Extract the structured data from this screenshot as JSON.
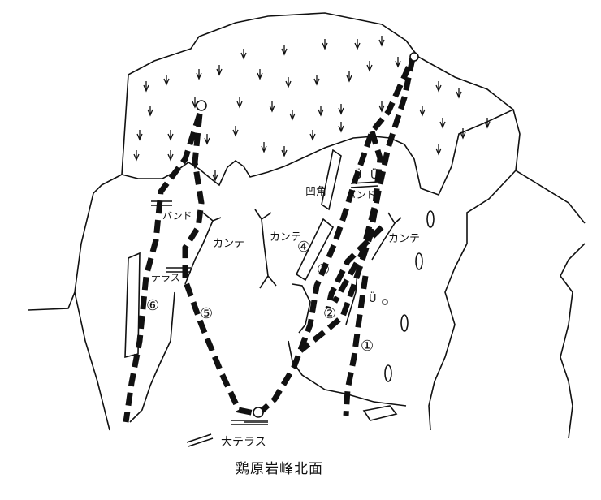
{
  "caption": "鶏原岩峰北面",
  "labels": {
    "band_left": "バンド",
    "band_right": "バンド",
    "terrace_left": "テラス",
    "terrace_big": "大テラス",
    "kante_1": "カンテ",
    "kante_2": "カンテ",
    "kante_3": "カンテ",
    "corner": "凹角",
    "piton_1": "Ü",
    "piton_2": "Ü",
    "piton_3": "Ü"
  },
  "routes": [
    {
      "number": "①"
    },
    {
      "number": "②"
    },
    {
      "number": "③"
    },
    {
      "number": "④"
    },
    {
      "number": "⑤"
    },
    {
      "number": "⑥"
    }
  ]
}
